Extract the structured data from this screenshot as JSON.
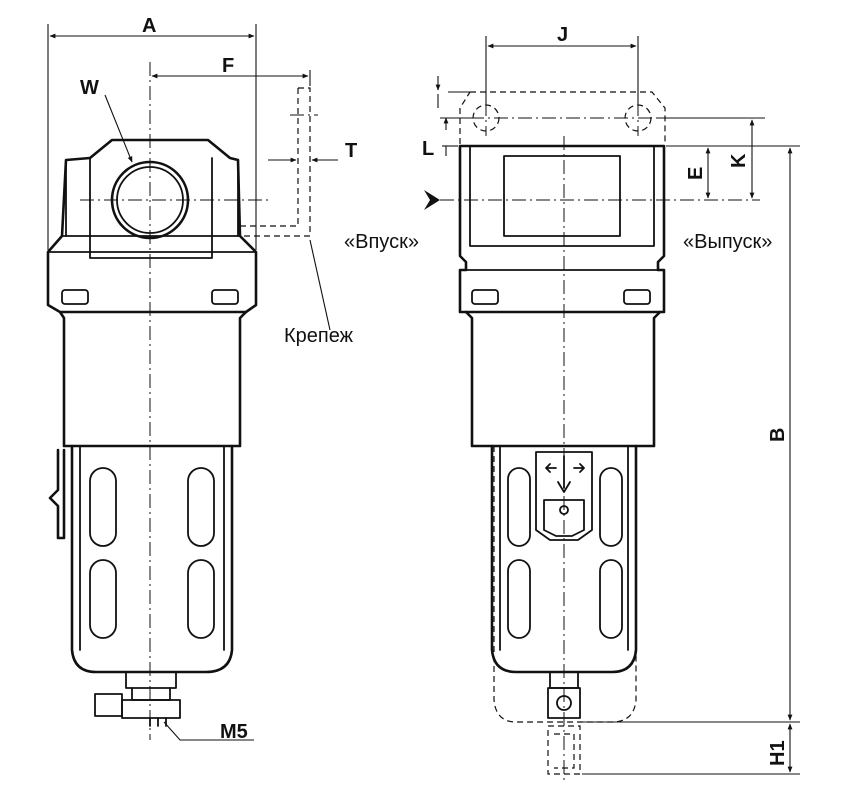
{
  "labels": {
    "A": "A",
    "F": "F",
    "W": "W",
    "T": "T",
    "J": "J",
    "L": "L",
    "E": "E",
    "K": "K",
    "B": "B",
    "H1": "H1",
    "M5": "M5",
    "inlet": "«Впуск»",
    "outlet": "«Выпуск»",
    "bracket": "Крепеж"
  }
}
